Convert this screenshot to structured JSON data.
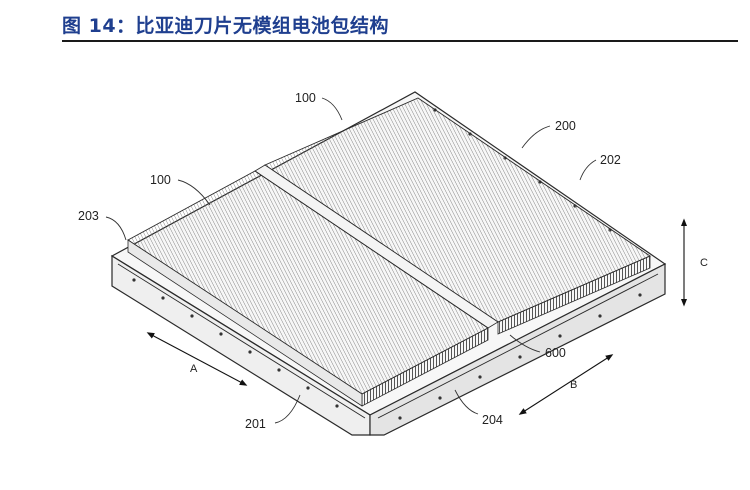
{
  "figure": {
    "title": "图 14：比亚迪刀片无模组电池包结构"
  },
  "callouts": {
    "module_upper": "100",
    "module_lower": "100",
    "tray": "200",
    "tray_edge_left": "203",
    "tray_edge_right": "202",
    "tray_front": "201",
    "tray_side": "204",
    "divider": "600"
  },
  "axes": {
    "a": "A",
    "b": "B",
    "c": "C"
  },
  "colors": {
    "title": "#1f3f8f",
    "line": "#2a2a2a",
    "hatch": "#8a8a8a",
    "surface": "#f2f2f2"
  }
}
